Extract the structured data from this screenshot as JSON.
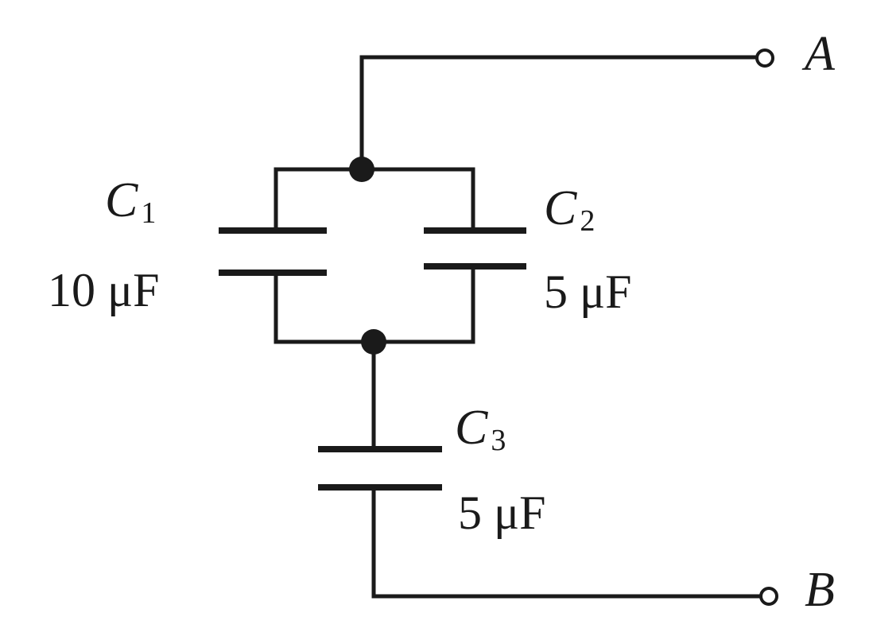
{
  "terminals": {
    "a": "A",
    "b": "B"
  },
  "capacitors": [
    {
      "symbol": "C",
      "subscript": "1",
      "value": "10 μF"
    },
    {
      "symbol": "C",
      "subscript": "2",
      "value": "5 μF"
    },
    {
      "symbol": "C",
      "subscript": "3",
      "value": "5 μF"
    }
  ],
  "colors": {
    "ink": "#1a1a1a",
    "background": "#ffffff"
  }
}
